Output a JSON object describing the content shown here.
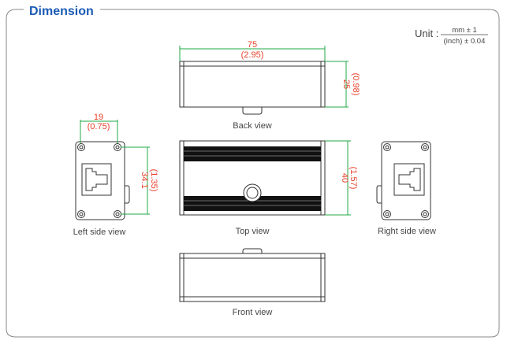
{
  "title": "Dimension",
  "unit": {
    "label": "Unit :",
    "numerator": "mm ± 1",
    "denominator": "(inch) ± 0.04"
  },
  "views": {
    "back": {
      "label": "Back view",
      "width_mm": "75",
      "width_in": "(2.95)",
      "height_mm": "25",
      "height_in": "(0.98)"
    },
    "top": {
      "label": "Top view",
      "height_mm": "40",
      "height_in": "(1.57)"
    },
    "left": {
      "label": "Left side view",
      "width_mm": "19",
      "width_in": "(0.75)",
      "height_mm": "34.1",
      "height_in": "(1.35)"
    },
    "right": {
      "label": "Right side view"
    },
    "front": {
      "label": "Front view"
    }
  },
  "colors": {
    "title": "#1a5bb5",
    "dimension_text": "#e8402a",
    "dimension_line": "#22a845"
  }
}
